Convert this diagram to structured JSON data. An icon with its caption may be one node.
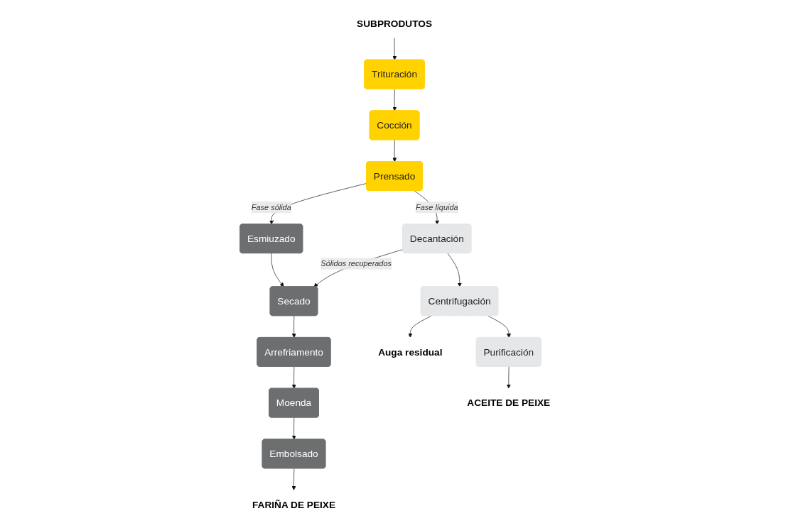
{
  "diagram": {
    "nodes": [
      {
        "text": [
          "SUBPRODUTOS"
        ]
      },
      {
        "text": [
          "Trituración"
        ]
      },
      {
        "text": [
          "Cocción"
        ]
      },
      {
        "text": [
          "Prensado"
        ]
      },
      {
        "text": [
          "Esmiuzado"
        ]
      },
      {
        "text": [
          "Secado"
        ]
      },
      {
        "text": [
          "Arrefriamento"
        ]
      },
      {
        "text": [
          "Moenda"
        ]
      },
      {
        "text": [
          "Embolsado"
        ]
      },
      {
        "text": [
          "FARIÑA DE PEIXE"
        ]
      },
      {
        "text": [
          "Decantación"
        ]
      },
      {
        "text": [
          "Centrifugación"
        ]
      },
      {
        "text": [
          "Purificación"
        ]
      },
      {
        "text": [
          "ACEITE DE PEIXE"
        ]
      },
      {
        "text": [
          "Auga residual"
        ]
      }
    ],
    "edges": [
      {
        "from": 0,
        "to": 1,
        "arrow": "to"
      },
      {
        "from": 1,
        "to": 2,
        "arrow": "to"
      },
      {
        "from": 2,
        "to": 3,
        "arrow": "to"
      },
      {
        "from": 3,
        "to": 4,
        "arrow": "to",
        "label": "Fase sólida"
      },
      {
        "from": 3,
        "to": 10,
        "arrow": "to",
        "label": "Fase líquida"
      },
      {
        "from": 10,
        "to": 5,
        "arrow": "to",
        "label": "Sólidos recuperados"
      },
      {
        "from": 4,
        "to": 5,
        "arrow": "to"
      },
      {
        "from": 5,
        "to": 6,
        "arrow": "to"
      },
      {
        "from": 6,
        "to": 7,
        "arrow": "to"
      },
      {
        "from": 7,
        "to": 8,
        "arrow": "to"
      },
      {
        "from": 8,
        "to": 9,
        "arrow": "to"
      },
      {
        "from": 10,
        "to": 11,
        "arrow": "to"
      },
      {
        "from": 11,
        "to": 14,
        "arrow": "to"
      },
      {
        "from": 11,
        "to": 12,
        "arrow": "to"
      },
      {
        "from": 12,
        "to": 13,
        "arrow": "to"
      }
    ]
  }
}
